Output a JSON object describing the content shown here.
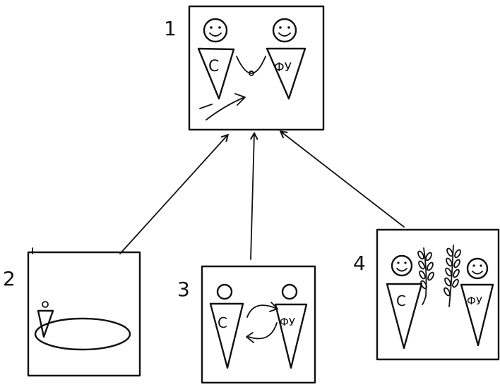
{
  "diagram": {
    "panels": [
      {
        "number": "1",
        "left_label": "С",
        "right_label": "ФУ"
      },
      {
        "number": "2"
      },
      {
        "number": "3",
        "left_label": "С",
        "right_label": "ФУ"
      },
      {
        "number": "4",
        "left_label": "С",
        "right_label": "ФУ"
      }
    ]
  }
}
